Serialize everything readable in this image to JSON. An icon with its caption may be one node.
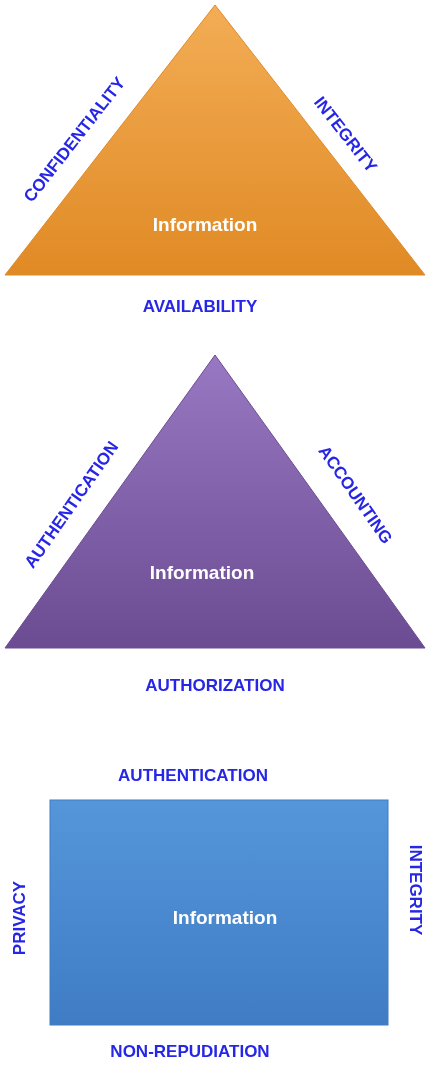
{
  "diagram": {
    "nodes": [
      {
        "text": [
          "Information"
        ],
        "beside": [
          "CONFIDENTIALITY",
          "INTEGRITY",
          "AVAILABILITY"
        ]
      },
      {
        "text": [
          "Information"
        ],
        "beside": [
          "AUTHENTICATION",
          "ACCOUNTING",
          "AUTHORIZATION"
        ]
      },
      {
        "text": [
          "Information"
        ],
        "beside": [
          "AUTHENTICATION",
          "PRIVACY",
          "INTEGRITY",
          "NON-REPUDIATION"
        ]
      }
    ]
  }
}
